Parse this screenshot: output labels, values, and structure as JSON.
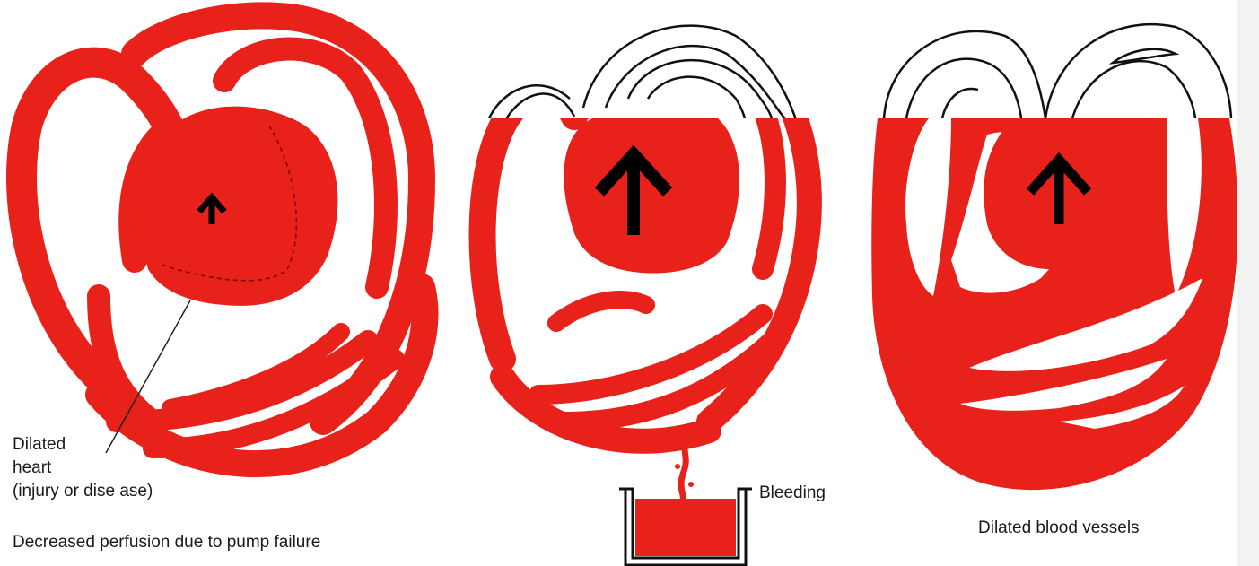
{
  "colors": {
    "blood": "#e8221b",
    "outline": "#111111",
    "background": "#ffffff"
  },
  "panels": [
    {
      "id": "pump-failure",
      "labels": {
        "part_line1": "Dilated",
        "part_line2": "heart",
        "part_line3": "(injury or dise ase)",
        "caption": "Decreased perfusion due to pump failure"
      }
    },
    {
      "id": "bleeding",
      "labels": {
        "caption": "Bleeding"
      }
    },
    {
      "id": "dilation",
      "labels": {
        "caption": "Dilated blood vessels"
      }
    }
  ]
}
